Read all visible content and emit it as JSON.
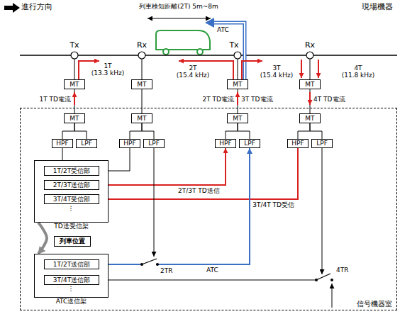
{
  "diagram": {
    "nodes": [
      {
        "text": [
          "MT"
        ]
      },
      {
        "text": [
          "MT"
        ]
      },
      {
        "text": [
          "MT"
        ]
      },
      {
        "text": [
          "MT"
        ]
      },
      {
        "text": [
          "信号機器室"
        ]
      },
      {
        "text": [
          "MT"
        ],
        "in": 4
      },
      {
        "text": [
          "MT"
        ],
        "in": 4
      },
      {
        "text": [
          "MT"
        ],
        "in": 4
      },
      {
        "text": [
          "MT"
        ],
        "in": 4
      },
      {
        "text": [
          "HPF"
        ],
        "in": 4
      },
      {
        "text": [
          "LPF"
        ],
        "in": 4
      },
      {
        "text": [
          "HPF"
        ],
        "in": 4
      },
      {
        "text": [
          "LPF"
        ],
        "in": 4
      },
      {
        "text": [
          "HPF"
        ],
        "in": 4
      },
      {
        "text": [
          "LPF"
        ],
        "in": 4
      },
      {
        "text": [
          "HPF"
        ],
        "in": 4
      },
      {
        "text": [
          "LPF"
        ],
        "in": 4
      },
      {
        "text": [
          "TD送受信架"
        ],
        "in": 4
      },
      {
        "text": [
          "1T/2T受信部"
        ],
        "in": 17
      },
      {
        "text": [
          "2T/3T送信部"
        ],
        "in": 17
      },
      {
        "text": [
          "3T/4T受信部"
        ],
        "in": 17
      },
      {
        "text": [
          "列車位置"
        ],
        "in": 4
      },
      {
        "text": [
          "ATC送信架"
        ],
        "in": 4
      },
      {
        "text": [
          "1T/2T送信部"
        ],
        "in": 22
      },
      {
        "text": [
          "3T/4T送信部"
        ],
        "in": 22
      }
    ],
    "edges": [
      {
        "from": 0,
        "to": 5,
        "arrow": "none"
      },
      {
        "from": 1,
        "to": 6,
        "arrow": "none"
      },
      {
        "from": 2,
        "to": 7,
        "arrow": "none"
      },
      {
        "from": 3,
        "to": 8,
        "arrow": "none"
      },
      {
        "from": 5,
        "to": 9,
        "arrow": "none"
      },
      {
        "from": 5,
        "to": 10,
        "arrow": "none"
      },
      {
        "from": 6,
        "to": 11,
        "arrow": "none"
      },
      {
        "from": 6,
        "to": 12,
        "arrow": "none"
      },
      {
        "from": 7,
        "to": 13,
        "arrow": "none"
      },
      {
        "from": 7,
        "to": 14,
        "arrow": "none"
      },
      {
        "from": 8,
        "to": 15,
        "arrow": "none"
      },
      {
        "from": 8,
        "to": 16,
        "arrow": "none"
      },
      {
        "from": 9,
        "to": 17,
        "arrow": "none"
      },
      {
        "from": 11,
        "to": 18,
        "arrow": "to"
      },
      {
        "from": 19,
        "to": 13,
        "label": "2T/3T TD送信",
        "arrow": "to"
      },
      {
        "from": 15,
        "to": 20,
        "label": "3T/4T TD受信",
        "arrow": "to"
      },
      {
        "from": 23,
        "to": 14,
        "label": "ATC",
        "arrow": "to"
      },
      {
        "from": 17,
        "to": 22,
        "arrow": "to"
      }
    ],
    "labels": [
      "進行方向",
      "列車検知距離(2T) 5m~8m",
      "現場機器",
      "Tx",
      "Rx",
      "Tx",
      "Rx",
      "ATC",
      "1T",
      "(13.3 kHz)",
      "2T",
      "(15.4 kHz)",
      "3T",
      "(15.4 kHz)",
      "4T",
      "(11.8 kHz)",
      "1T TD電流",
      "2T TD電流",
      "3T TD電流",
      "4T TD電流",
      "⋮",
      "⋮",
      "2TR",
      "4TR"
    ]
  }
}
